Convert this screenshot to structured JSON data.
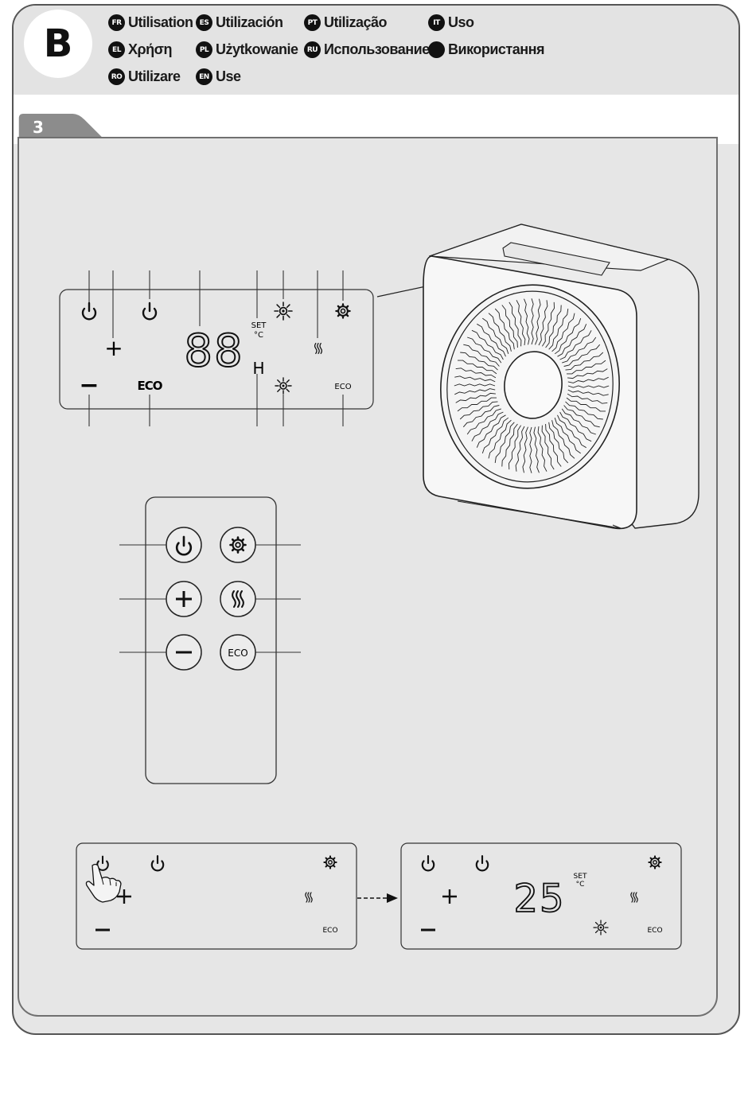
{
  "header": {
    "section_letter": "B",
    "languages": [
      {
        "code": "FR",
        "label": "Utilisation"
      },
      {
        "code": "ES",
        "label": "Utilización"
      },
      {
        "code": "PT",
        "label": "Utilização"
      },
      {
        "code": "IT",
        "label": "Uso"
      },
      {
        "code": "EL",
        "label": "Χρήση"
      },
      {
        "code": "PL",
        "label": "Użytkowanie"
      },
      {
        "code": "RU",
        "label": "Использование"
      },
      {
        "code": "",
        "label": "Використання"
      },
      {
        "code": "RO",
        "label": "Utilizare"
      },
      {
        "code": "EN",
        "label": "Use"
      }
    ]
  },
  "step": {
    "number": "3"
  },
  "control_panel": {
    "digits": "88",
    "set_label": "SET",
    "celsius_label": "°C",
    "h_label": "H",
    "eco_label": "ECO",
    "eco_small_label": "ECO",
    "plus_label": "+",
    "minus_label": "−"
  },
  "remote": {
    "eco_label": "ECO"
  },
  "sequence": {
    "before": {
      "eco_label": "ECO"
    },
    "after": {
      "digits": "25",
      "set_label": "SET",
      "celsius_label": "°C",
      "eco_label": "ECO"
    }
  },
  "icons": [
    "power-icon",
    "plus-icon",
    "minus-icon",
    "sun-icon",
    "gear-icon",
    "heat-icon",
    "hand-pointer-icon",
    "arrow-icon"
  ],
  "colors": {
    "frame": "#555555",
    "panel_bg": "#e6e6e6",
    "tab": "#8c8c8c",
    "ink": "#1a1a1a"
  }
}
